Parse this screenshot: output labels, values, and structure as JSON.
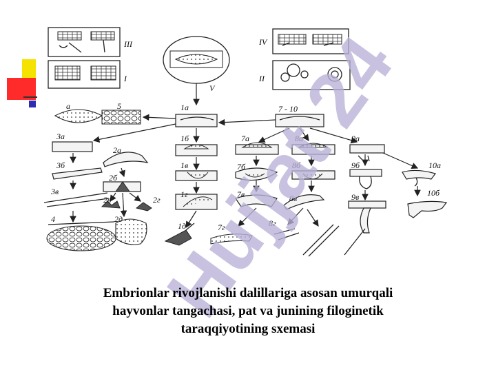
{
  "caption": {
    "line1": "Embrionlar rivojlanishi dalillariga asosan umurqali",
    "line2": "hayvonlar tangachasi, pat va junining filoginetik",
    "line3": "taraqqiyotining sxemasi"
  },
  "watermark": {
    "text": "Hujjat 24",
    "color": "#b9b2d8"
  },
  "colors": {
    "yellow": "#f5e200",
    "red": "#ff2a2a",
    "blue": "#2d2db4"
  },
  "panels": {
    "iii": "III",
    "iv": "IV",
    "i": "I",
    "ii": "II",
    "v": "V"
  },
  "labels": {
    "a": "a",
    "five": "5",
    "one_a": "1a",
    "seven_ten": "7 - 10",
    "three_a": "3a",
    "one_b": "1б",
    "seven_a": "7a",
    "eight_a": "8a",
    "nine_a": "9a",
    "two_a": "2a",
    "three_b": "3б",
    "one_v": "1в",
    "seven_b": "7б",
    "eight_b": "8б",
    "nine_b": "9б",
    "ten_a": "10a",
    "two_b": "2б",
    "three_v": "3в",
    "two_v": "2в",
    "two_g": "2г",
    "one_g": "1г",
    "seven_v": "7в",
    "eight_v": "8в",
    "nine_v": "9в",
    "ten_b": "10б",
    "four": "4",
    "two_d": "2д",
    "one_d": "1д",
    "seven_g": "7г",
    "eight_g": "8г"
  }
}
